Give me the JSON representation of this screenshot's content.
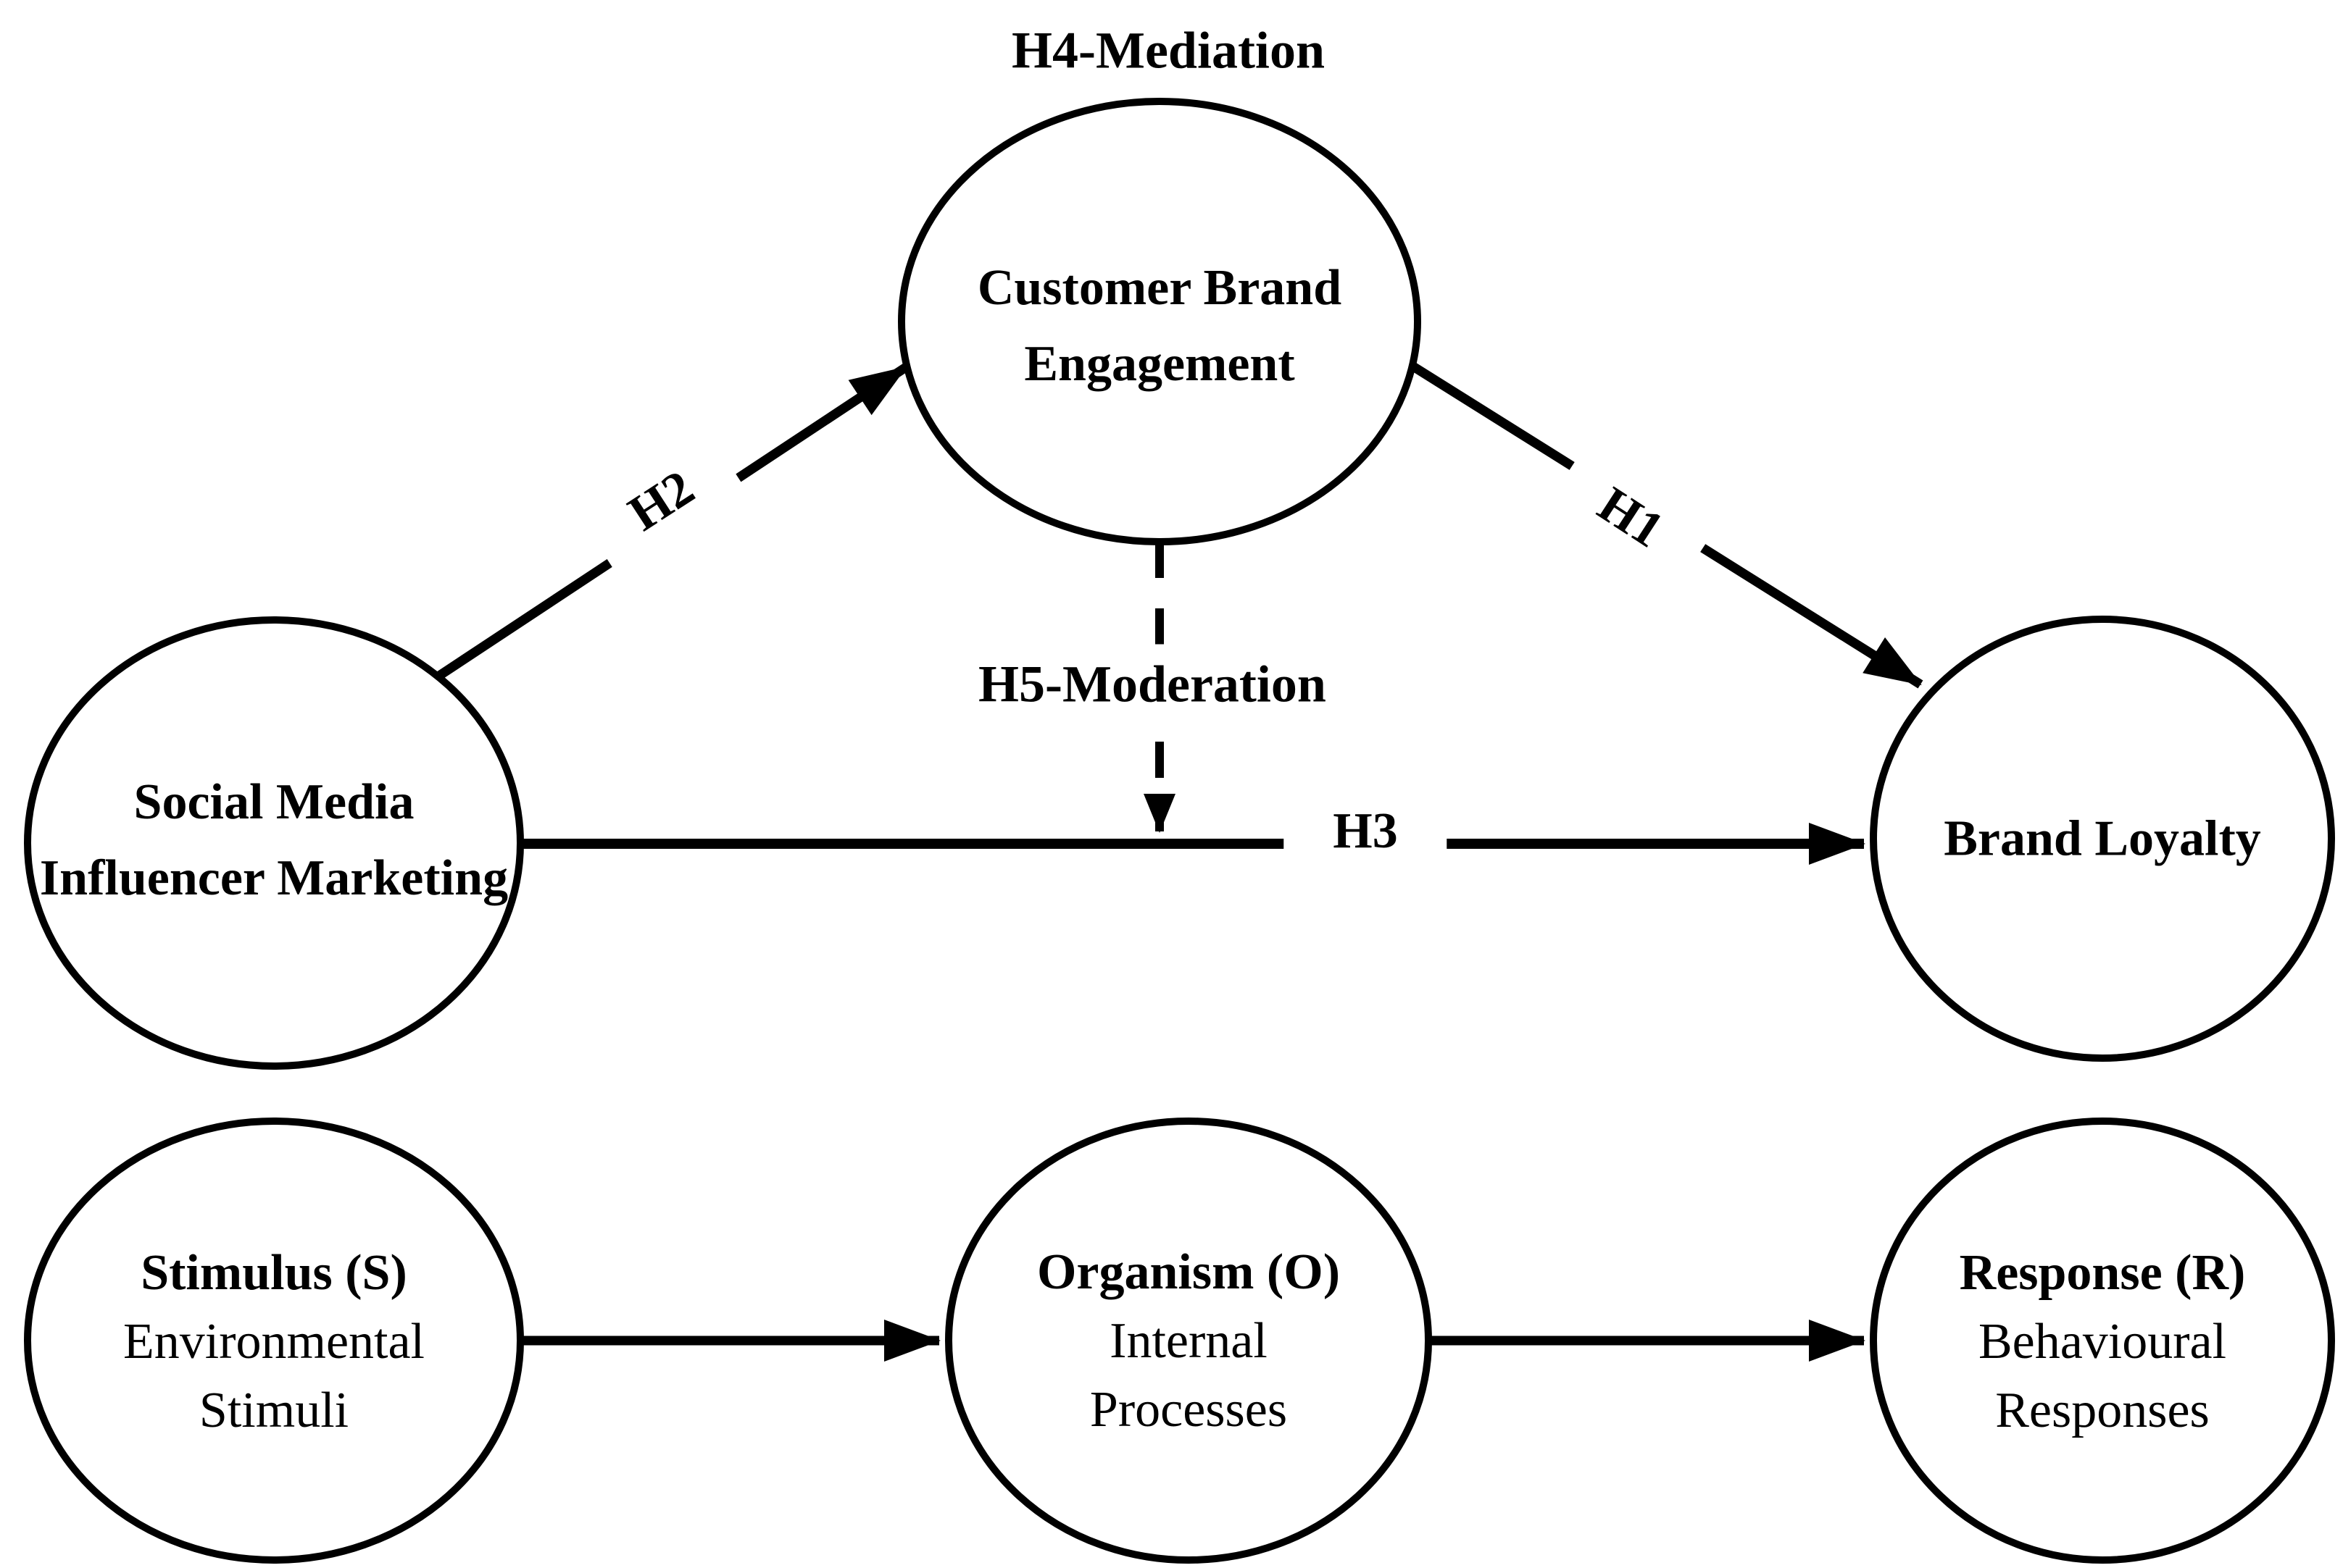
{
  "diagram": {
    "colors": {
      "ink": "#000000",
      "background": "#ffffff"
    },
    "hypotheses": {
      "h1": "H1",
      "h2": "H2",
      "h3": "H3",
      "h4_mediation": "H4-Mediation",
      "h5_moderation": "H5-Moderation"
    },
    "nodes": {
      "customer_brand_engagement": {
        "lines": [
          "Customer Brand",
          "Engagement"
        ]
      },
      "social_media_influencer_marketing": {
        "lines": [
          "Social Media",
          "Influencer Marketing"
        ]
      },
      "brand_loyalty": {
        "lines": [
          "Brand Loyalty"
        ]
      },
      "stimulus": {
        "title": "Stimulus (S)",
        "subtitle_lines": [
          "Environmental",
          "Stimuli"
        ]
      },
      "organism": {
        "title": "Organism (O)",
        "subtitle_lines": [
          "Internal",
          "Processes"
        ]
      },
      "response": {
        "title": "Response (R)",
        "subtitle_lines": [
          "Behavioural",
          "Responses"
        ]
      }
    }
  }
}
